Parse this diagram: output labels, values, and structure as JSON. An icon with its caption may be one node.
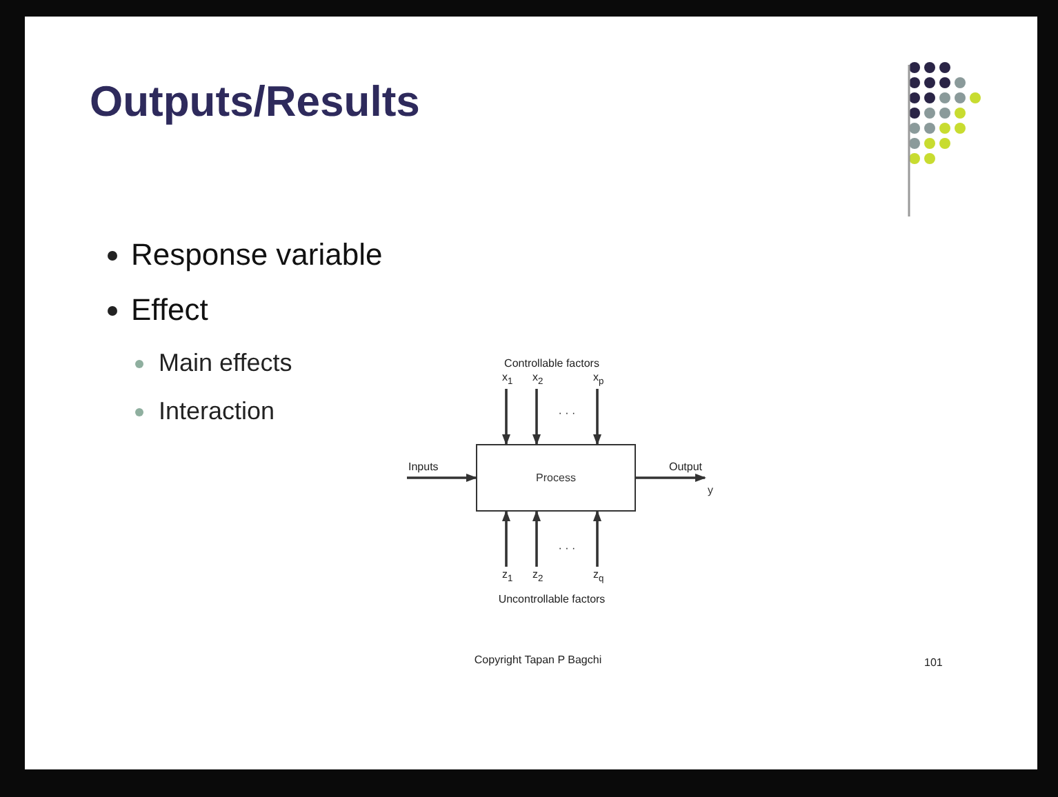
{
  "diagram": {
    "title": "Outputs/Results",
    "nodes": [
      {
        "text": [
          "Process"
        ]
      },
      {
        "text": [
          "y"
        ]
      }
    ],
    "edges": [
      {
        "from": null,
        "to": 0,
        "arrow": "to",
        "label": "Inputs"
      },
      {
        "from": 0,
        "to": 1,
        "arrow": "to",
        "label": "Output"
      },
      {
        "from": null,
        "to": 0,
        "arrow": "to",
        "label": "x$_{1}$"
      },
      {
        "from": null,
        "to": 0,
        "arrow": "to",
        "label": "x$_{2}$"
      },
      {
        "from": null,
        "to": 0,
        "arrow": "to",
        "label": "x$_{p}$"
      },
      {
        "from": null,
        "to": 0,
        "arrow": "to",
        "label": "z$_{1}$"
      },
      {
        "from": null,
        "to": 0,
        "arrow": "to",
        "label": "z$_{2}$"
      },
      {
        "from": null,
        "to": 0,
        "arrow": "to",
        "label": "z$_{q}$"
      }
    ],
    "labels": [
      "Response variable",
      "Effect",
      "Main effects",
      "Interaction",
      "Controllable factors",
      "· · ·",
      "· · ·",
      "Uncontrollable factors",
      "Copyright Tapan P Bagchi",
      "101"
    ]
  }
}
